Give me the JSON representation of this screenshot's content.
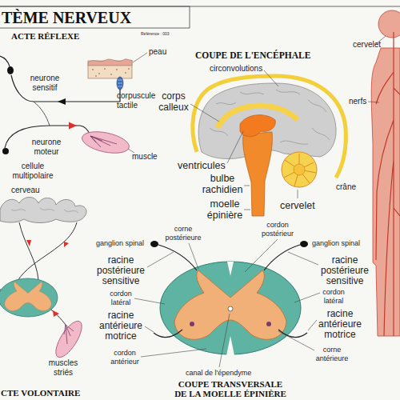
{
  "diagram": {
    "title": "TÈME NERVEUX",
    "labels": [
      "ACTE RÉFLEXE",
      "Référence : 003",
      "peau",
      "neurone sensitif",
      "corpuscule tactile",
      "neurone moteur",
      "muscle",
      "cellule multipolaire",
      "cerveau",
      "muscles striés",
      "CTE VOLONTAIRE",
      "COUPE DE L'ENCÉPHALE",
      "circonvolutions",
      "corps calleux",
      "ventricules",
      "bulbe rachidien",
      "moelle épinière",
      "cervelet",
      "crâne",
      "cervelet",
      "nerfs",
      "ganglion spinal",
      "corne postérieure",
      "racine postérieure sensitive",
      "cordon latéral",
      "racine antérieure motrice",
      "cordon antérieur",
      "canal de l'épendyme",
      "COUPE TRANSVERSALE DE LA MOELLE ÉPINIÈRE",
      "cordon postérieur",
      "ganglion spinal",
      "racine postérieure sensitive",
      "cordon latéral",
      "racine antérieure motrice",
      "corne antérieure"
    ]
  }
}
